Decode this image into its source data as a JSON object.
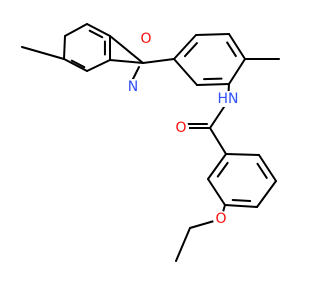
{
  "colors": {
    "bond": "#000000",
    "O": "#ff0d0d",
    "N": "#3050f8",
    "background": "#ffffff"
  },
  "atoms": {
    "oxazole_o": "O",
    "oxazole_n": "N",
    "amide_nh": "HN",
    "carbonyl_o": "O",
    "ether_o": "O"
  }
}
